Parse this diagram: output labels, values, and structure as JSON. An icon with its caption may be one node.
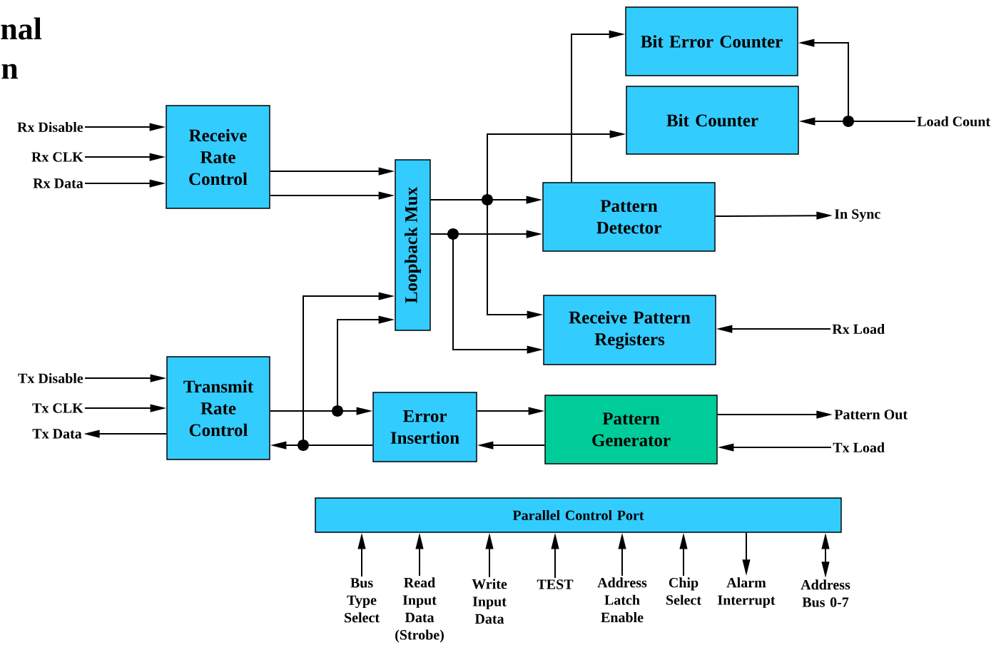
{
  "diagram": {
    "nodes": [
      {
        "text": [
          "Receive Rate Control"
        ]
      },
      {
        "text": [
          "Transmit Rate Control"
        ]
      },
      {
        "text": [
          "Loopback Mux"
        ]
      },
      {
        "text": [
          "Bit Error Counter"
        ]
      },
      {
        "text": [
          "Bit Counter"
        ]
      },
      {
        "text": [
          "Pattern Detector"
        ]
      },
      {
        "text": [
          "Receive Pattern Registers"
        ]
      },
      {
        "text": [
          "Error Insertion"
        ]
      },
      {
        "text": [
          "Pattern Generator"
        ]
      },
      {
        "text": [
          "Parallel Control Port"
        ]
      },
      {
        "text": [
          "Rx Disable"
        ]
      },
      {
        "text": [
          "Rx CLK"
        ]
      },
      {
        "text": [
          "Rx Data"
        ]
      },
      {
        "text": [
          "Tx Disable"
        ]
      },
      {
        "text": [
          "Tx CLK"
        ]
      },
      {
        "text": [
          "Tx Data"
        ]
      },
      {
        "text": [
          "Load Count"
        ]
      },
      {
        "text": [
          "In Sync"
        ]
      },
      {
        "text": [
          "Rx Load"
        ]
      },
      {
        "text": [
          "Pattern Out"
        ]
      },
      {
        "text": [
          "Tx Load"
        ]
      },
      {
        "text": [
          "Bus Type Select"
        ]
      },
      {
        "text": [
          "Read Input Data (Strobe)"
        ]
      },
      {
        "text": [
          "Write Input Data"
        ]
      },
      {
        "text": [
          "TEST"
        ]
      },
      {
        "text": [
          "Address Latch Enable"
        ]
      },
      {
        "text": [
          "Chip Select"
        ]
      },
      {
        "text": [
          "Alarm Interrupt"
        ]
      },
      {
        "text": [
          "Address Bus 0-7"
        ]
      }
    ],
    "edges": [
      {
        "from": 10,
        "to": 0,
        "arrow": "to"
      },
      {
        "from": 11,
        "to": 0,
        "arrow": "to"
      },
      {
        "from": 12,
        "to": 0,
        "arrow": "to"
      },
      {
        "from": 0,
        "to": 2,
        "arrow": "to"
      },
      {
        "from": 0,
        "to": 2,
        "arrow": "to"
      },
      {
        "from": 13,
        "to": 1,
        "arrow": "to"
      },
      {
        "from": 14,
        "to": 1,
        "arrow": "to"
      },
      {
        "from": 1,
        "to": 15,
        "arrow": "to"
      },
      {
        "from": 2,
        "to": 5,
        "arrow": "to"
      },
      {
        "from": 2,
        "to": 4,
        "arrow": "to"
      },
      {
        "from": 2,
        "to": 6,
        "arrow": "to"
      },
      {
        "from": 2,
        "to": 5,
        "arrow": "to"
      },
      {
        "from": 2,
        "to": 6,
        "arrow": "to"
      },
      {
        "from": 5,
        "to": 3,
        "arrow": "to"
      },
      {
        "from": 16,
        "to": 4,
        "arrow": "to"
      },
      {
        "from": 16,
        "to": 3,
        "arrow": "to"
      },
      {
        "from": 5,
        "to": 17,
        "arrow": "to"
      },
      {
        "from": 18,
        "to": 6,
        "arrow": "to"
      },
      {
        "from": 1,
        "to": 7,
        "arrow": "to"
      },
      {
        "from": 1,
        "to": 2,
        "arrow": "to"
      },
      {
        "from": 7,
        "to": 8,
        "arrow": "to"
      },
      {
        "from": 8,
        "to": 7,
        "arrow": "to"
      },
      {
        "from": 7,
        "to": 1,
        "arrow": "to"
      },
      {
        "from": 7,
        "to": 2,
        "arrow": "to"
      },
      {
        "from": 8,
        "to": 19,
        "arrow": "to"
      },
      {
        "from": 20,
        "to": 8,
        "arrow": "to"
      },
      {
        "from": 21,
        "to": 9,
        "arrow": "to"
      },
      {
        "from": 22,
        "to": 9,
        "arrow": "to"
      },
      {
        "from": 23,
        "to": 9,
        "arrow": "to"
      },
      {
        "from": 24,
        "to": 9,
        "arrow": "to"
      },
      {
        "from": 25,
        "to": 9,
        "arrow": "to"
      },
      {
        "from": 26,
        "to": 9,
        "arrow": "to"
      },
      {
        "from": 9,
        "to": 27,
        "arrow": "to"
      },
      {
        "from": 28,
        "to": 9,
        "arrow": "both"
      }
    ],
    "labels": [
      "nal",
      "n"
    ]
  }
}
